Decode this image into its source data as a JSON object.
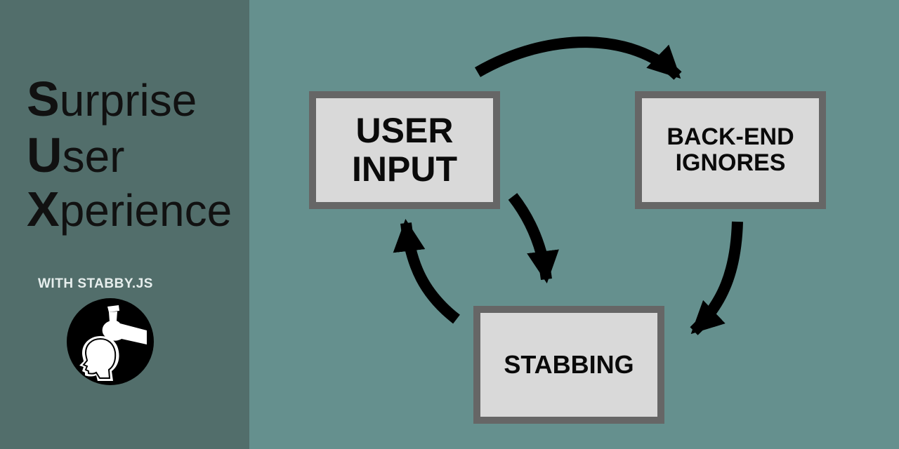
{
  "sidebar": {
    "title_lines": [
      {
        "initial": "S",
        "rest": "urprise"
      },
      {
        "initial": "U",
        "rest": "ser"
      },
      {
        "initial": "X",
        "rest": "perience"
      }
    ],
    "subtitle": "WITH STABBY.JS",
    "logo_icon": "stab-head-icon"
  },
  "diagram": {
    "nodes": [
      {
        "id": "user-input",
        "label": "USER\nINPUT"
      },
      {
        "id": "back-end-ignores",
        "label": "BACK-END\nIGNORES"
      },
      {
        "id": "stabbing",
        "label": "STABBING"
      }
    ],
    "edges": [
      {
        "from": "user-input",
        "to": "back-end-ignores"
      },
      {
        "from": "user-input",
        "to": "stabbing"
      },
      {
        "from": "back-end-ignores",
        "to": "stabbing"
      },
      {
        "from": "stabbing",
        "to": "user-input"
      }
    ]
  },
  "colors": {
    "background": "#65908e",
    "sidebar": "#526e6b",
    "box_fill": "#d9d9d9",
    "box_border": "#666666",
    "arrow": "#000000"
  }
}
